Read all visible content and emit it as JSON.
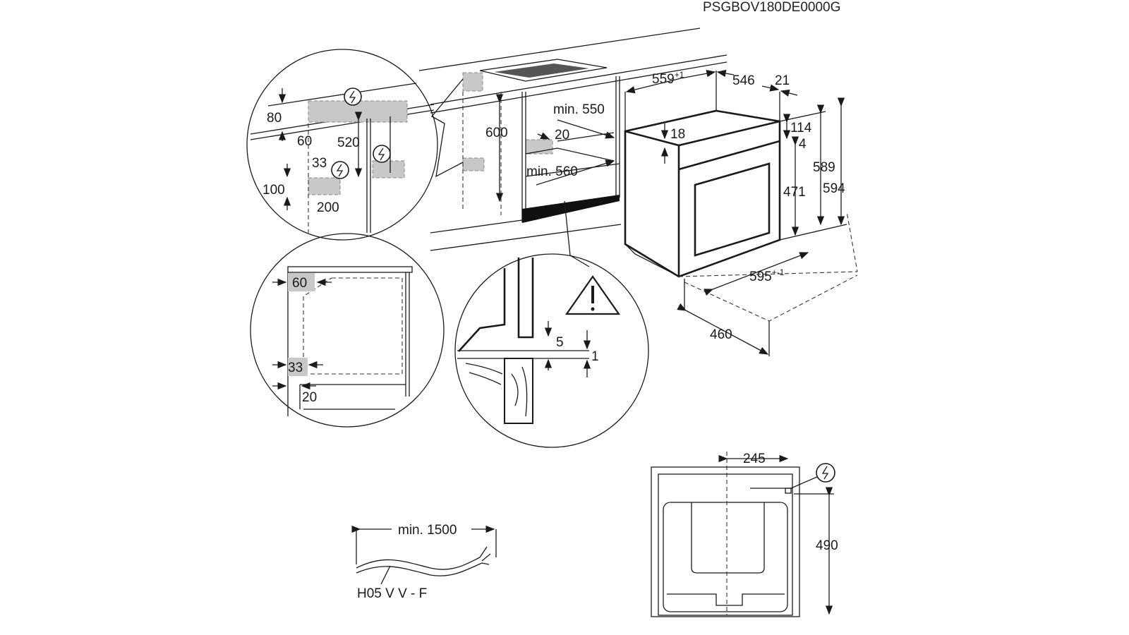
{
  "model_code": "PSGBOV180DE0000G",
  "detail_top_left": {
    "d80": "80",
    "d60": "60",
    "d520": "520",
    "d33": "33",
    "d100": "100",
    "d200": "200"
  },
  "cabinet": {
    "d600": "600",
    "min550": "min. 550",
    "d20": "20",
    "min560": "min. 560"
  },
  "oven": {
    "d559": "559",
    "d559_tol": "+1",
    "d546": "546",
    "d21": "21",
    "d18": "18",
    "d114": "114",
    "d4": "4",
    "d589": "589",
    "d594": "594",
    "d471": "471",
    "d595": "595",
    "d595_tol": "+-1",
    "d460": "460"
  },
  "detail_side": {
    "d60": "60",
    "d33": "33",
    "d20": "20"
  },
  "detail_gap": {
    "d5": "5",
    "d1": "1"
  },
  "front_view": {
    "d245": "245",
    "d490": "490"
  },
  "cable": {
    "min_length": "min. 1500",
    "type": "H05 V V - F"
  }
}
